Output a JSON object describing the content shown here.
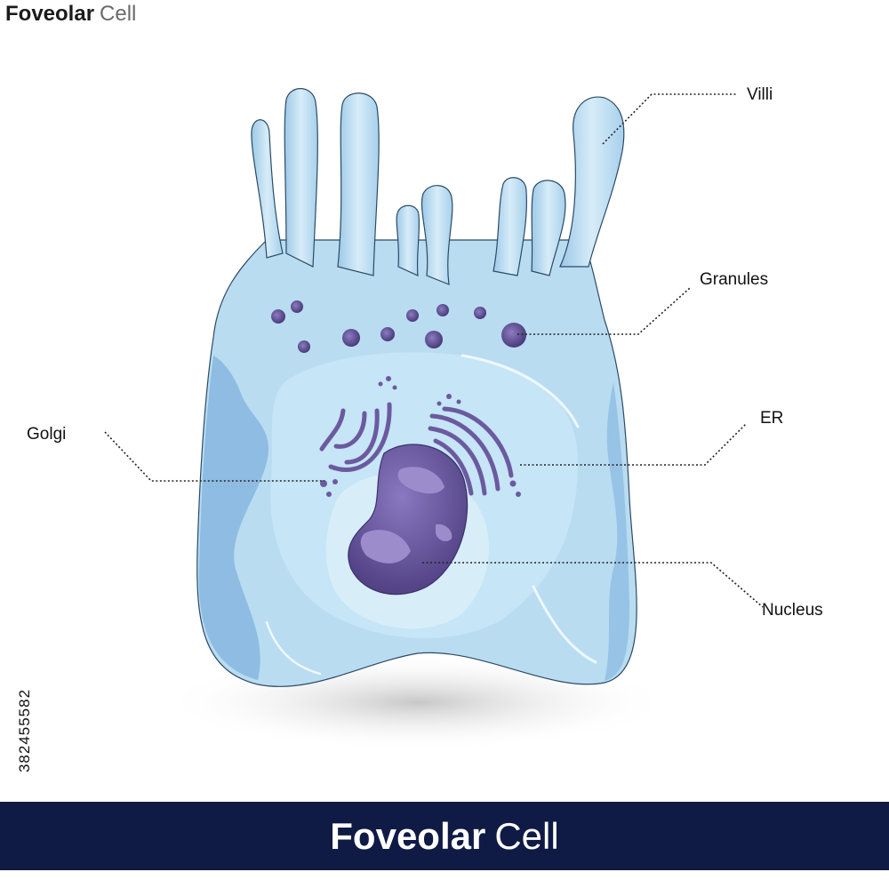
{
  "title": {
    "bold": "Foveolar",
    "light": "Cell"
  },
  "footer_title": {
    "bold": "Foveolar",
    "light": "Cell"
  },
  "labels": {
    "villi": "Villi",
    "granules": "Granules",
    "golgi": "Golgi",
    "er": "ER",
    "nucleus": "Nucleus"
  },
  "stock_id": "382455582",
  "colors": {
    "cell_fill": "#b9dcf1",
    "cell_shadow": "#7fb0dc",
    "organelle": "#6b5aa0",
    "nucleus": "#6a5a9e",
    "banner": "#0f1a45"
  }
}
